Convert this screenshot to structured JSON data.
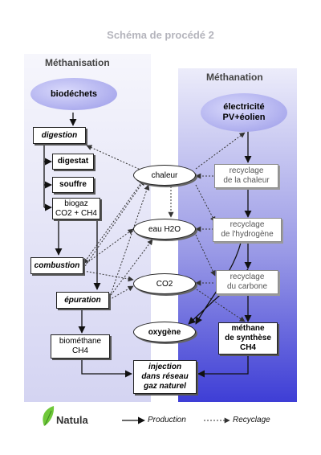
{
  "title": "Schéma de procédé 2",
  "panels": {
    "left": "Méthanisation",
    "right": "Méthanation"
  },
  "nodes": {
    "biodechets": "biodéchets",
    "electricite": "électricité\nPV+éolien",
    "digestion": "digestion",
    "digestat": "digestat",
    "soufre": "souffre",
    "biogaz": "biogaz\nCO2 + CH4",
    "combustion": "combustion",
    "epuration": "épuration",
    "biomethane": "biométhane\nCH4",
    "injection": "injection\ndans réseau\ngaz naturel",
    "chaleur": "chaleur",
    "eau": "eau H2O",
    "co2": "CO2",
    "oxygene": "oxygène",
    "recyclage_chaleur": "recyclage\nde la chaleur",
    "recyclage_hydrogene": "recyclage\nde l'hydrogène",
    "recyclage_carbone": "recyclage\ndu carbone",
    "methane_synthese": "méthane\nde synthèse\nCH4"
  },
  "legend": {
    "production": "Production",
    "recyclage": "Recyclage"
  },
  "brand": "Natula",
  "colors": {
    "panel_light": "#eeeef9",
    "panel_mid": "#b6b6ec",
    "panel_deep": "#4a4ad6",
    "bubble": "#a9a9ee",
    "gray_box": "#8a8a8a"
  }
}
